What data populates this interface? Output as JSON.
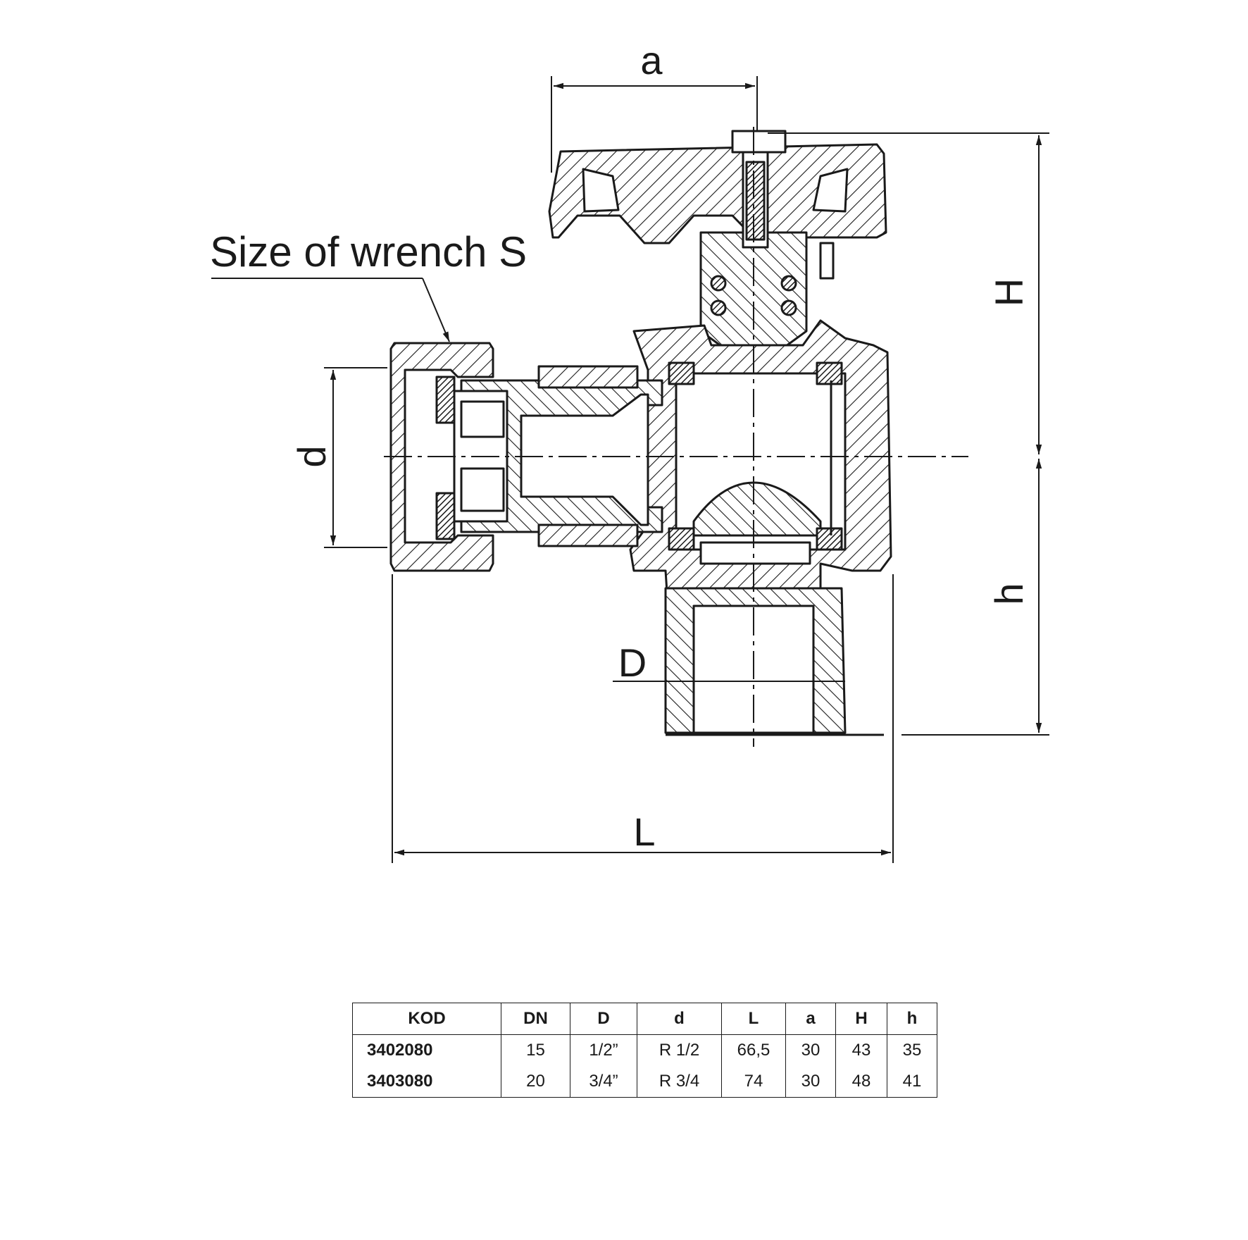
{
  "labels": {
    "a": "a",
    "H": "H",
    "h": "h",
    "d": "d",
    "D": "D",
    "L": "L",
    "wrench": "Size of wrench S"
  },
  "table": {
    "headers": [
      "KOD",
      "DN",
      "D",
      "d",
      "L",
      "a",
      "H",
      "h"
    ],
    "rows": [
      [
        "3402080",
        "15",
        "1/2”",
        "R 1/2",
        "66,5",
        "30",
        "43",
        "35"
      ],
      [
        "3403080",
        "20",
        "3/4”",
        "R 3/4",
        "74",
        "30",
        "48",
        "41"
      ]
    ]
  }
}
